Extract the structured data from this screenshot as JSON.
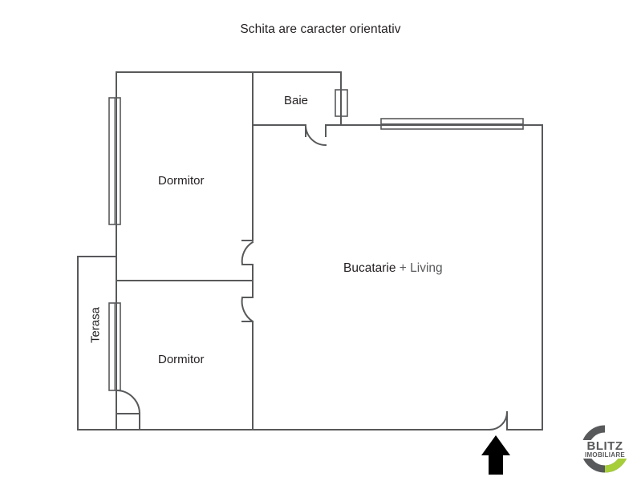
{
  "document": {
    "type": "floor-plan",
    "language": "ro",
    "title": "Schita are caracter orientativ"
  },
  "rooms": [
    {
      "id": "dormitor-top",
      "label": "Dormitor"
    },
    {
      "id": "dormitor-bottom",
      "label": "Dormitor"
    },
    {
      "id": "baie",
      "label": "Baie"
    },
    {
      "id": "living",
      "label_primary": "Bucatarie",
      "label_plus": "+",
      "label_secondary": "Living",
      "label": "Bucatarie + Living"
    },
    {
      "id": "terasa",
      "label": "Terasa"
    }
  ],
  "features": {
    "entrance_arrow": "entrance-arrow-up",
    "windows": [
      {
        "id": "window-dormitor-top-left",
        "orientation": "vertical"
      },
      {
        "id": "window-dormitor-bottom-left",
        "orientation": "vertical"
      },
      {
        "id": "window-baie-right",
        "orientation": "vertical"
      },
      {
        "id": "window-living-top",
        "orientation": "horizontal"
      }
    ],
    "doors": [
      {
        "id": "door-baie"
      },
      {
        "id": "door-dormitor-top"
      },
      {
        "id": "door-dormitor-bottom"
      },
      {
        "id": "door-terasa"
      },
      {
        "id": "door-entrance"
      }
    ]
  },
  "logo": {
    "name": "BLITZ IMOBILIARE",
    "line1": "BLITZ",
    "line2": "IMOBILIARE",
    "ring_color": "#58595b",
    "accent_color": "#a6ce39",
    "text_color": "#58595b"
  },
  "colors": {
    "wall": "#58595b",
    "text": "#231f20",
    "text_muted": "#58595b",
    "background": "#ffffff"
  }
}
